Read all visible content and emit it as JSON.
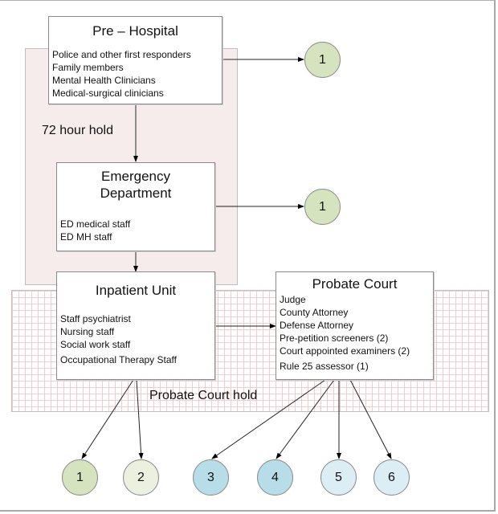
{
  "zones": {
    "hold_72": {
      "label": "72 hour hold"
    },
    "probate_hold": {
      "label": "Probate Court hold"
    }
  },
  "boxes": {
    "pre_hospital": {
      "title": "Pre – Hospital",
      "items": [
        "Police and other first responders",
        "Family members",
        "Mental Health Clinicians",
        "Medical-surgical clinicians"
      ]
    },
    "emergency_department": {
      "title_line1": "Emergency",
      "title_line2": "Department",
      "items": [
        "ED medical staff",
        "ED MH staff"
      ]
    },
    "inpatient_unit": {
      "title": "Inpatient Unit",
      "items": [
        "Staff psychiatrist",
        "Nursing staff",
        "Social work staff",
        "Occupational Therapy Staff"
      ]
    },
    "probate_court": {
      "title": "Probate Court",
      "items": [
        "Judge",
        "County Attorney",
        "Defense Attorney",
        "Pre-petition screeners (2)",
        "Court appointed examiners (2)",
        "Rule 25 assessor (1)"
      ]
    }
  },
  "outcome_nodes": {
    "pre_hospital_out": {
      "label": "1",
      "color": "#d6e3bf"
    },
    "ed_out": {
      "label": "1",
      "color": "#d6e3bf"
    },
    "bottom": [
      {
        "label": "1",
        "color": "#d6e3bf"
      },
      {
        "label": "2",
        "color": "#ebf1de"
      },
      {
        "label": "3",
        "color": "#b7dde8"
      },
      {
        "label": "4",
        "color": "#b7dde8"
      },
      {
        "label": "5",
        "color": "#dbeef3"
      },
      {
        "label": "6",
        "color": "#dbeef3"
      }
    ]
  }
}
